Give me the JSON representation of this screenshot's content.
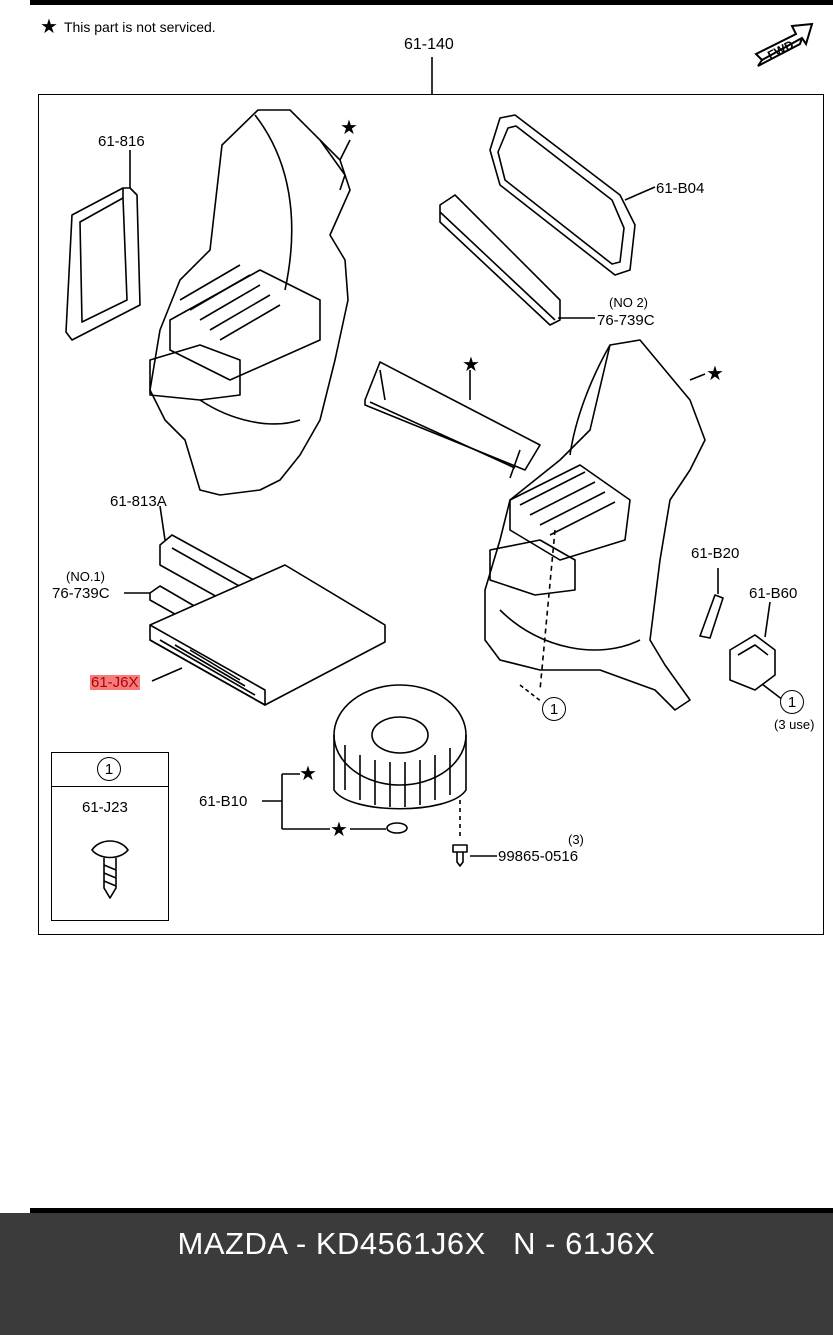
{
  "note": {
    "star": "★",
    "text": "This part is not serviced."
  },
  "assembly_label": "61-140",
  "fwd_label": "FWD",
  "labels": {
    "p61_816": "61-816",
    "p61_b04": "61-B04",
    "p76_739c_no2_qty": "(NO 2)",
    "p76_739c_no2": "76-739C",
    "p61_813a": "61-813A",
    "p76_739c_no1_qty": "(NO.1)",
    "p76_739c_no1": "76-739C",
    "p61_j6x": "61-J6X",
    "p61_b20": "61-B20",
    "p61_b60": "61-B60",
    "use_count": "(3 use)",
    "p61_b10": "61-B10",
    "screw_qty": "(3)",
    "screw_part": "99865-0516",
    "legend_part": "61-J23",
    "callout_num": "1"
  },
  "star": "★",
  "footer": {
    "text": "MAZDA - KD4561J6X   N - 61J6X"
  },
  "colors": {
    "highlight": "#f47c7c",
    "footer_bg": "#3b3b3b",
    "footer_text": "#ffffff"
  }
}
